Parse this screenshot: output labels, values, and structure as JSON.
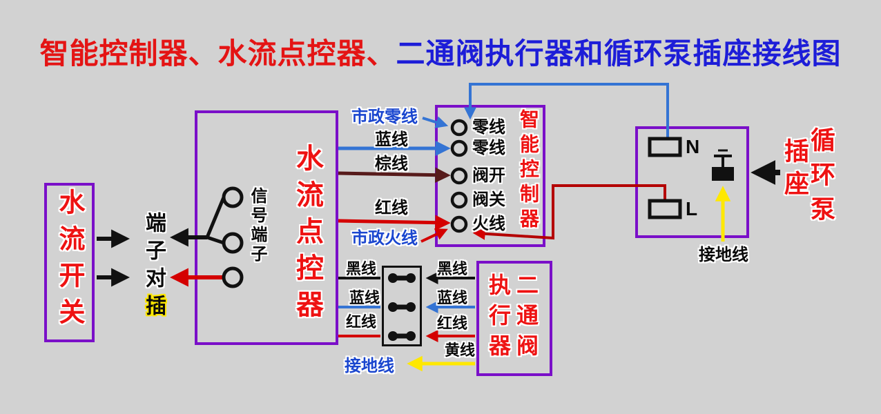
{
  "title": {
    "red_part": "智能控制器、水流点控器、",
    "blue_part": "二通阀执行器和循环泵插座接线图"
  },
  "water_switch": {
    "label": "水流开关"
  },
  "terminal_plug": {
    "part1": "端子对",
    "part2": "插"
  },
  "flow_controller": {
    "name": "水流点控器",
    "signal_terminal": "信号端子"
  },
  "smart_controller": {
    "name": "智能控制器",
    "terminals": [
      "零线",
      "零线",
      "阀开",
      "阀关",
      "火线"
    ]
  },
  "pump_socket": {
    "n_label": "N",
    "l_label": "L",
    "ground_label": "接地线",
    "name_col_left": "插座",
    "name_col_right": "循环泵"
  },
  "actuator": {
    "name_col_left": "执行器",
    "name_col_right": "二通阀"
  },
  "wire_labels": {
    "municipal_neutral": "市政零线",
    "blue_to_controller": "蓝线",
    "brown_to_controller": "棕线",
    "red_to_controller": "红线",
    "municipal_live": "市政火线",
    "black_left": "黑线",
    "blue_left": "蓝线",
    "red_left": "红线",
    "black_right": "黑线",
    "blue_right": "蓝线",
    "red_right": "红线",
    "yellow_right": "黄线",
    "ground_bottom": "接地线"
  },
  "colors": {
    "background": "#d2d2d2",
    "box_purple": "#7a0fc8",
    "wire_blue": "#3474d4",
    "wire_red": "#d40000",
    "wire_brown": "#571b1b",
    "wire_yellow": "#ffe800",
    "wire_black": "#111111",
    "text_red": "#ee1212",
    "text_blue": "#1a46cf",
    "title_red": "#e41414",
    "title_blue": "#1d1dd8"
  }
}
